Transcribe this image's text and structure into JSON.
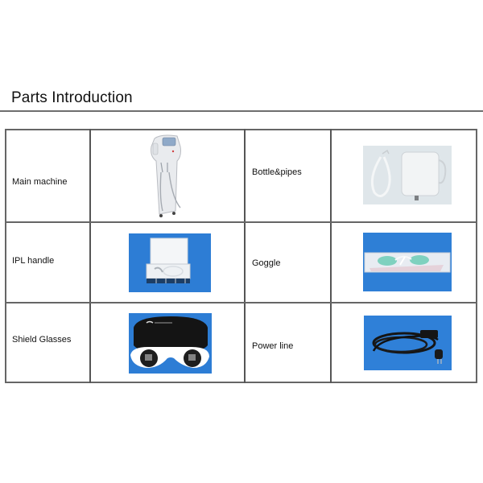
{
  "page": {
    "title": "Parts Introduction"
  },
  "table": {
    "rows": [
      {
        "left": {
          "label": "Main machine",
          "image": "main-machine-image"
        },
        "right": {
          "label": "Bottle&pipes",
          "image": "bottle-pipes-image"
        }
      },
      {
        "left": {
          "label": "IPL handle",
          "image": "ipl-handle-image"
        },
        "right": {
          "label": "Goggle",
          "image": "goggle-image"
        }
      },
      {
        "left": {
          "label": "Shield Glasses",
          "image": "shield-glasses-image"
        },
        "right": {
          "label": "Power line",
          "image": "power-line-image"
        }
      }
    ]
  },
  "colors": {
    "photo_blue": "#2f7fd6",
    "border": "#666666"
  }
}
